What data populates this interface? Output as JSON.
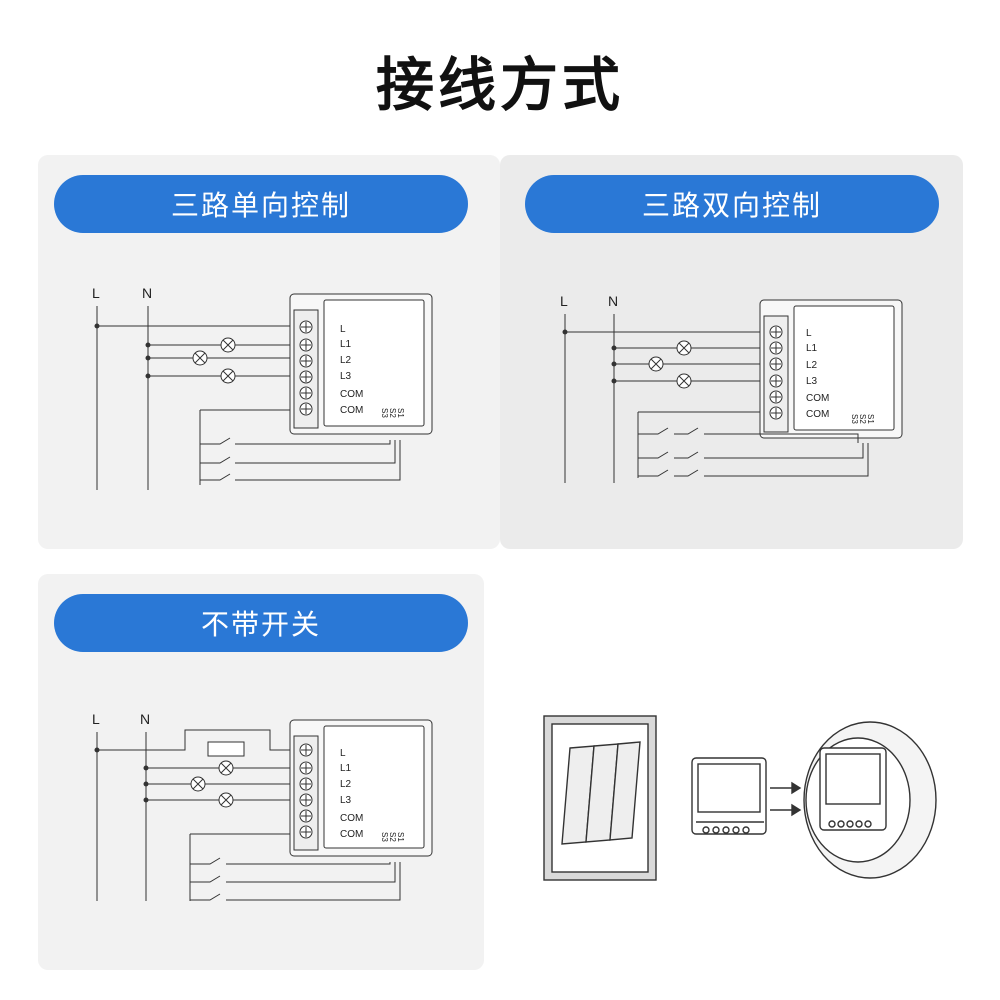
{
  "title": "接线方式",
  "panels": [
    {
      "heading": "三路单向控制",
      "line_labels": [
        "L",
        "N"
      ],
      "terminals": [
        "L",
        "L1",
        "L2",
        "L3",
        "COM",
        "COM"
      ],
      "switch_terminals": [
        "S1",
        "S2",
        "S3"
      ]
    },
    {
      "heading": "三路双向控制",
      "line_labels": [
        "L",
        "N"
      ],
      "terminals": [
        "L",
        "L1",
        "L2",
        "L3",
        "COM",
        "COM"
      ],
      "switch_terminals": [
        "S1",
        "S2",
        "S3"
      ]
    },
    {
      "heading": "不带开关",
      "line_labels": [
        "L",
        "N"
      ],
      "terminals": [
        "L",
        "L1",
        "L2",
        "L3",
        "COM",
        "COM"
      ],
      "switch_terminals": [
        "S1",
        "S2",
        "S3"
      ]
    }
  ],
  "colors": {
    "accent": "#2a78d6",
    "panel": "#f2f2f2",
    "line": "#333333"
  }
}
